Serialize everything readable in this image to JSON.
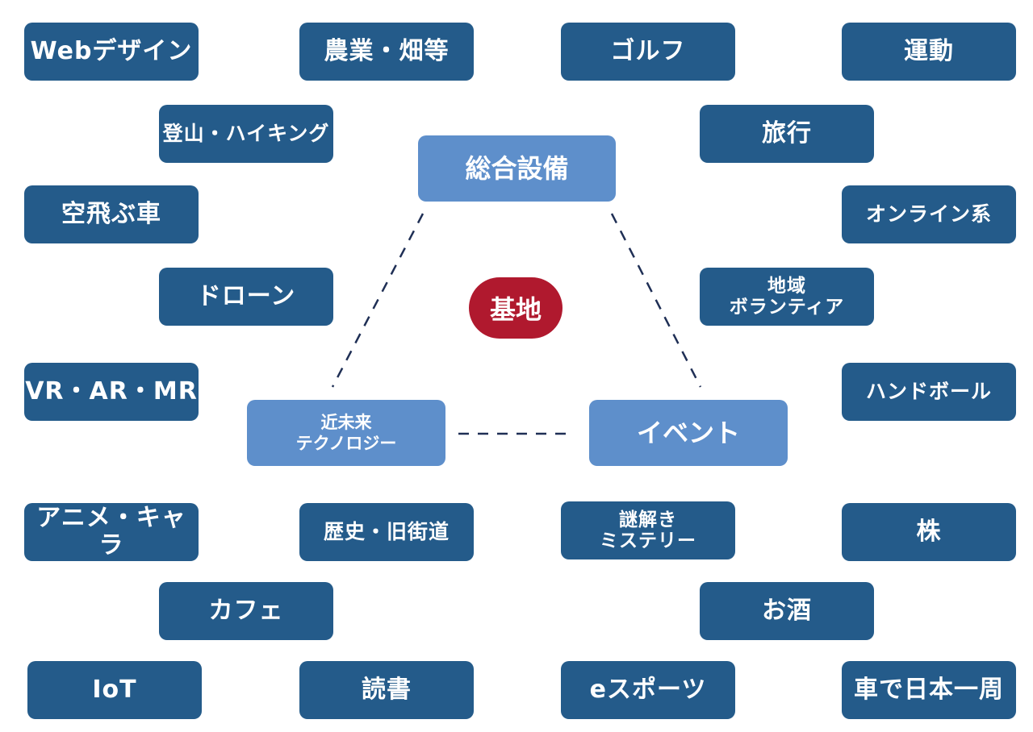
{
  "hub": {
    "label": "基地"
  },
  "core": {
    "top": "総合設備",
    "left": "近未来\nテクノロジー",
    "right": "イベント"
  },
  "topics": [
    {
      "label": "Webデザイン"
    },
    {
      "label": "農業・畑等"
    },
    {
      "label": "ゴルフ"
    },
    {
      "label": "運動"
    },
    {
      "label": "登山・ハイキング"
    },
    {
      "label": "旅行"
    },
    {
      "label": "空飛ぶ車"
    },
    {
      "label": "オンライン系"
    },
    {
      "label": "ドローン"
    },
    {
      "label": "地域\nボランティア"
    },
    {
      "label": "VR・AR・MR"
    },
    {
      "label": "ハンドボール"
    },
    {
      "label": "アニメ・キャラ"
    },
    {
      "label": "歴史・旧街道"
    },
    {
      "label": "謎解き\nミステリー"
    },
    {
      "label": "株"
    },
    {
      "label": "カフェ"
    },
    {
      "label": "お酒"
    },
    {
      "label": "IoT"
    },
    {
      "label": "読書"
    },
    {
      "label": "eスポーツ"
    },
    {
      "label": "車で日本一周"
    }
  ],
  "colors": {
    "topic_box": "#245b8a",
    "core_box": "#5e8fcb",
    "hub": "#b0192e",
    "connector": "#1f2f55"
  }
}
